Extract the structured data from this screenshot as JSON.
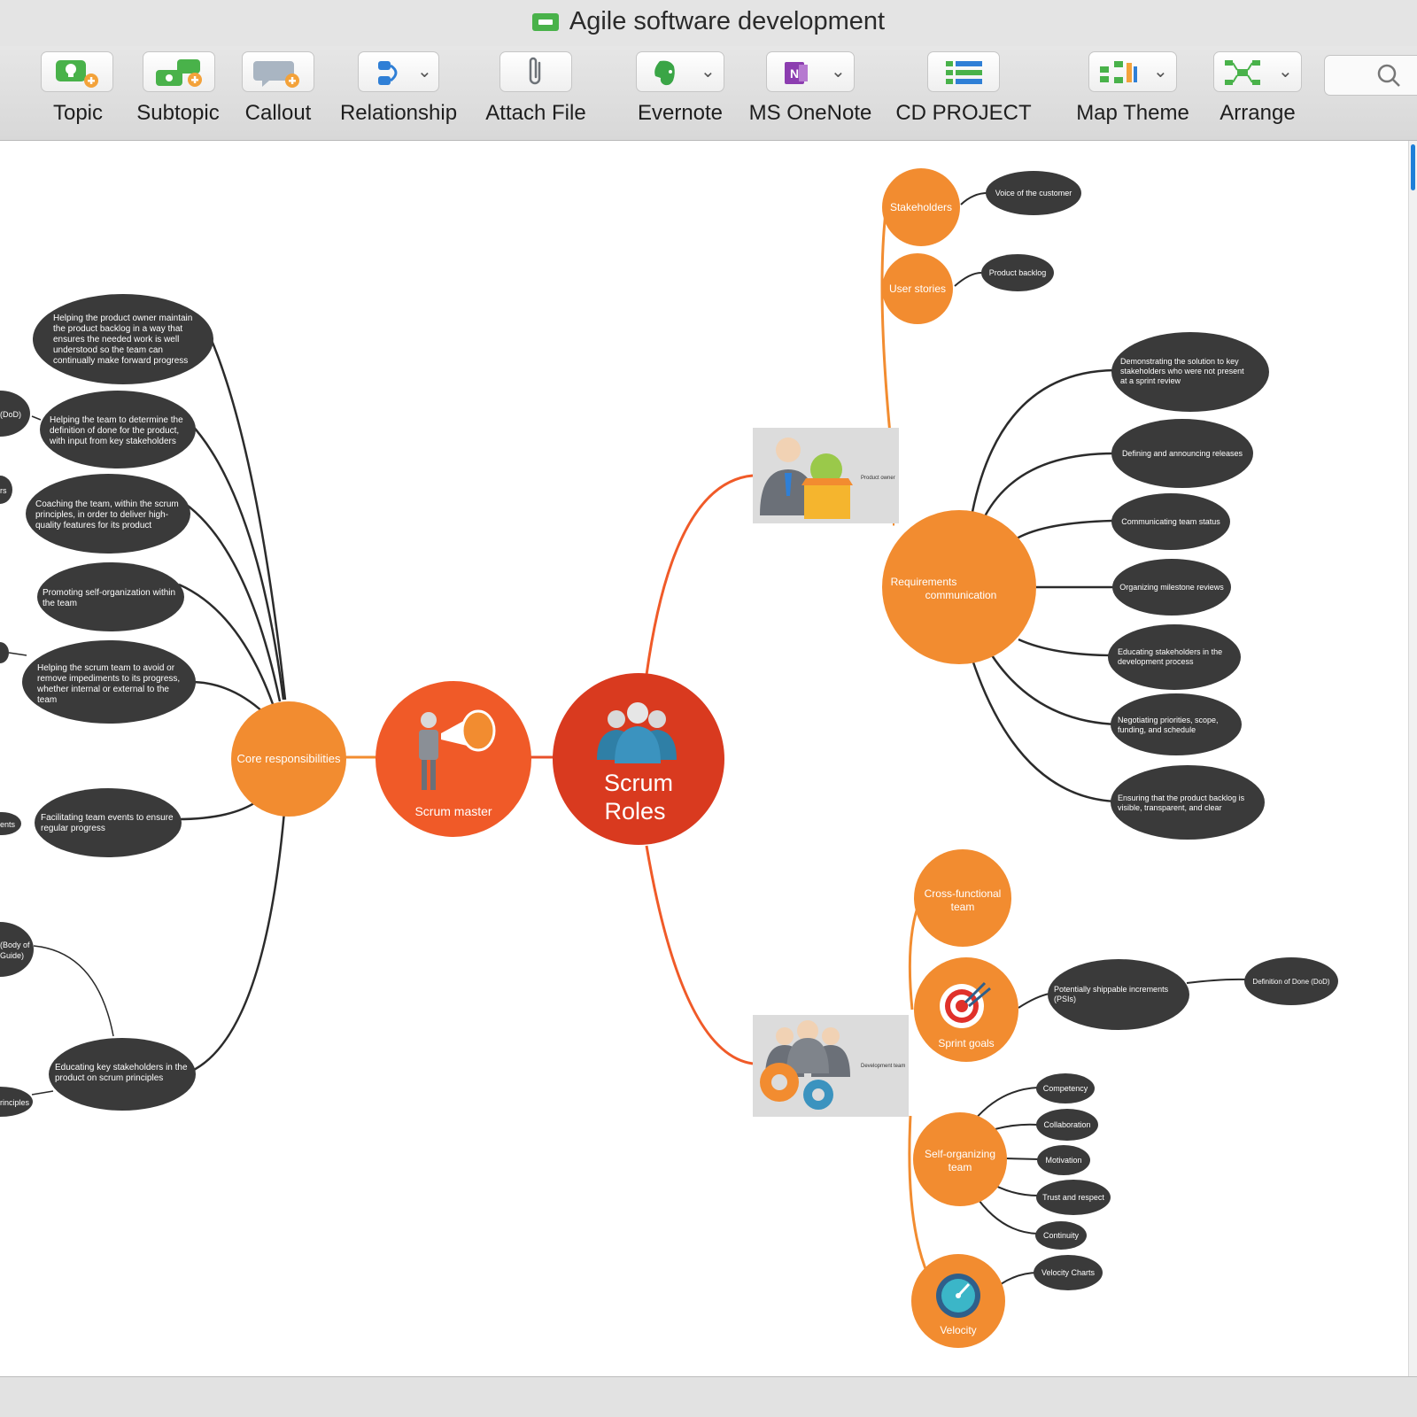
{
  "window": {
    "title": "Agile software development"
  },
  "toolbar": {
    "topic": "Topic",
    "subtopic": "Subtopic",
    "callout": "Callout",
    "relationship": "Relationship",
    "attach_file": "Attach File",
    "evernote": "Evernote",
    "ms_onenote": "MS OneNote",
    "cd_project": "CD PROJECT",
    "map_theme": "Map Theme",
    "arrange": "Arrange"
  },
  "colors": {
    "central": "#d93a1f",
    "branch": "#f05a28",
    "topic": "#f28c30",
    "leaf": "#3a3a3a",
    "accent": "#49b24a"
  },
  "map": {
    "central": [
      "Scrum",
      "Roles"
    ],
    "scrum_master": "Scrum master",
    "core_responsibilities": "Core responsibilities",
    "product_owner": "Product owner",
    "development_team": "Development team",
    "stakeholders": "Stakeholders",
    "voice_of_customer": "Voice of the customer",
    "user_stories": "User stories",
    "product_backlog": "Product backlog",
    "requirements_communication": [
      "Requirements",
      "communication"
    ],
    "requirements_items": [
      [
        "Demonstrating the solution to key",
        "stakeholders who were not present",
        "at a sprint review"
      ],
      [
        "Defining and announcing releases"
      ],
      [
        "Communicating team status"
      ],
      [
        "Organizing milestone reviews"
      ],
      [
        "Educating stakeholders in the",
        "development process"
      ],
      [
        "Negotiating priorities, scope,",
        "funding, and schedule"
      ],
      [
        "Ensuring that the product backlog is",
        "visible, transparent, and clear"
      ]
    ],
    "cross_functional_team": [
      "Cross-functional",
      "team"
    ],
    "sprint_goals": "Sprint goals",
    "psi": [
      "Potentially shippable increments",
      "(PSIs)"
    ],
    "definition_of_done": "Definition of Done (DoD)",
    "self_organizing_team": [
      "Self-organizing",
      "team"
    ],
    "self_org_items": [
      "Competency",
      "Collaboration",
      "Motivation",
      "Trust and respect",
      "Continuity"
    ],
    "velocity": "Velocity",
    "velocity_charts": "Velocity Charts",
    "core_items": [
      [
        "Helping the product owner maintain",
        "the product backlog in a way that",
        "ensures the needed work is well",
        "understood so the team can",
        "continually make forward progress"
      ],
      [
        "Helping the team to determine the",
        "definition of done for the product,",
        "with input from key stakeholders"
      ],
      [
        "Coaching the team, within the scrum",
        "principles, in order to deliver high-",
        "quality features for its product"
      ],
      [
        "Promoting self-organization within",
        "the team"
      ],
      [
        "Helping the scrum team to avoid or",
        "remove impediments to its progress,",
        "whether internal or external to the",
        "team"
      ],
      [
        "Facilitating team events to ensure",
        "regular progress"
      ],
      [
        "Educating key stakeholders in the",
        "product on scrum principles"
      ]
    ],
    "edge_fragments": [
      "(DoD)",
      "rs",
      "ents",
      "(Body of",
      "Guide)",
      "rinciples"
    ]
  }
}
